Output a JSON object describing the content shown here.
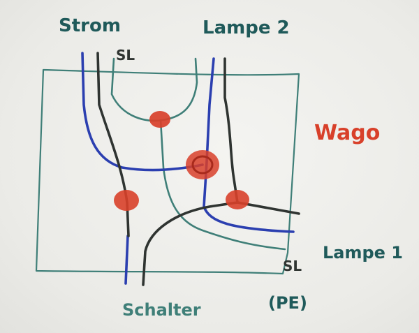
{
  "labels": {
    "strom": "Strom",
    "sl_top": "SL",
    "lampe2": "Lampe 2",
    "wago": "Wago",
    "lampe1": "Lampe 1",
    "sl_bottom": "SL",
    "pe": "(PE)",
    "schalter": "Schalter"
  },
  "colors": {
    "background": "#eeeeea",
    "blue_wire": "#2b3fb0",
    "black_wire": "#2f3431",
    "green_wire": "#3f7f78",
    "wago_red": "#d8402a",
    "label_teal": "#1f5a5a"
  }
}
